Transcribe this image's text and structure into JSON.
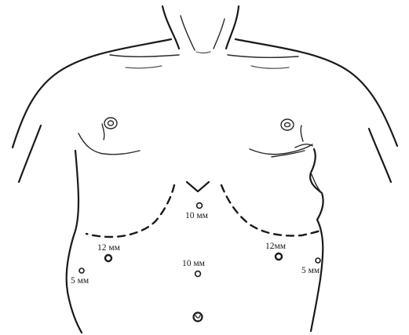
{
  "ports": [
    {
      "id": "epigastric",
      "label": "10 мм"
    },
    {
      "id": "left-mid",
      "label": "12 мм"
    },
    {
      "id": "right-mid",
      "label": "12мм"
    },
    {
      "id": "umbilical",
      "label": "10 мм"
    },
    {
      "id": "left-lateral",
      "label": "5 мм"
    },
    {
      "id": "right-lateral",
      "label": "5 мм"
    }
  ],
  "colors": {
    "ink": "#1a1a1a",
    "background": "#ffffff"
  }
}
